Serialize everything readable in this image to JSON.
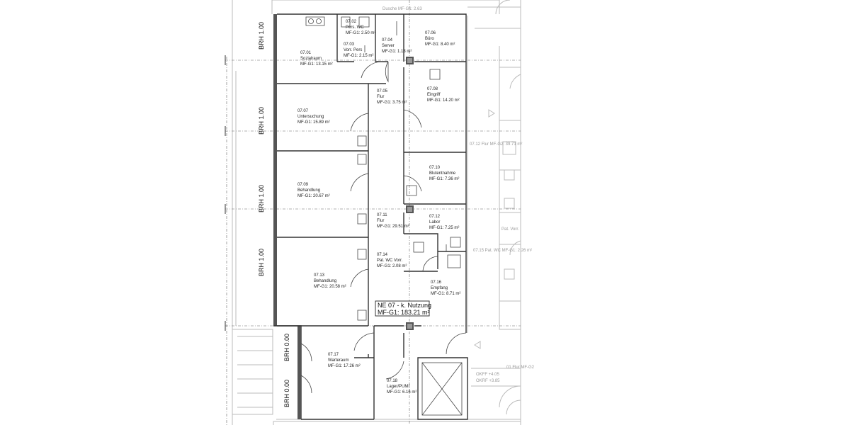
{
  "rooms": [
    {
      "id": "r0702",
      "num": "07.02",
      "name": "Pers. WC",
      "area": "MF-G1: 2.50 m²"
    },
    {
      "id": "r0703",
      "num": "07.03",
      "name": "Vorr. Pers",
      "area": "MF-G1: 2.15 m²"
    },
    {
      "id": "r0704",
      "num": "07.04",
      "name": "Server",
      "area": "MF-G1: 1.13 m²"
    },
    {
      "id": "r0706",
      "num": "07.06",
      "name": "Büro",
      "area": "MF-G1: 8.40 m²"
    },
    {
      "id": "r0701",
      "num": "07.01",
      "name": "Sozialraum",
      "area": "MF-G1: 13.15 m²"
    },
    {
      "id": "r0705",
      "num": "07.05",
      "name": "Flur",
      "area": "MF-G1: 3.75 m²"
    },
    {
      "id": "r0708",
      "num": "07.08",
      "name": "Eingriff",
      "area": "MF-G1: 14.20 m²"
    },
    {
      "id": "r0707",
      "num": "07.07",
      "name": "Untersuchung",
      "area": "MF-G1: 15.89 m²"
    },
    {
      "id": "r0710",
      "num": "07.10",
      "name": "Blutentnahme",
      "area": "MF-G1: 7.36 m²"
    },
    {
      "id": "r0709",
      "num": "07.09",
      "name": "Behandlung",
      "area": "MF-G1: 20.67 m²"
    },
    {
      "id": "r0711",
      "num": "07.11",
      "name": "Flur",
      "area": "MF-G1: 29.51 m²"
    },
    {
      "id": "r0712",
      "num": "07.12",
      "name": "Labor",
      "area": "MF-G1: 7.25 m²"
    },
    {
      "id": "r0714",
      "num": "07.14",
      "name": "Pat. WC Vorr.",
      "area": "MF-G1: 2.08 m²"
    },
    {
      "id": "r0713",
      "num": "07.13",
      "name": "Behandlung",
      "area": "MF-G1: 20.58 m²"
    },
    {
      "id": "r0716",
      "num": "07.16",
      "name": "Empfang",
      "area": "MF-G1: 8.71 m²"
    },
    {
      "id": "r0717",
      "num": "07.17",
      "name": "Warteraum",
      "area": "MF-G1: 17.26 m²"
    },
    {
      "id": "r0718",
      "num": "07.18",
      "name": "Lager/PUMI",
      "area": "MF-G1: 6.16 m²"
    }
  ],
  "unit": {
    "name": "NE 07 - k. Nutzung",
    "area": "MF-G1: 183.21 m²"
  },
  "window_labels": [
    "BRH 1.00",
    "BRH 1.00",
    "BRH 1.00",
    "BRH 1.00",
    "BRH 0.00",
    "BRH 0.00"
  ],
  "neighbor": {
    "top": "Dusche MF-G1: 2.63",
    "right_flur": "07.12 Flur MF-G2: 39.71 m²",
    "right_pat": "Pat. Vorr.",
    "right_wc": "07.15 Pat. WC MF-G1: 2.26 m²",
    "okff1": "OKFF +4.05",
    "okff2": "OKRF +3.85",
    "flur_bottom": "01 Flur MF-G2"
  },
  "colors": {
    "wall": "#333333",
    "grid": "#666666",
    "grey_context": "#bbbbbb",
    "column": "#555555"
  }
}
